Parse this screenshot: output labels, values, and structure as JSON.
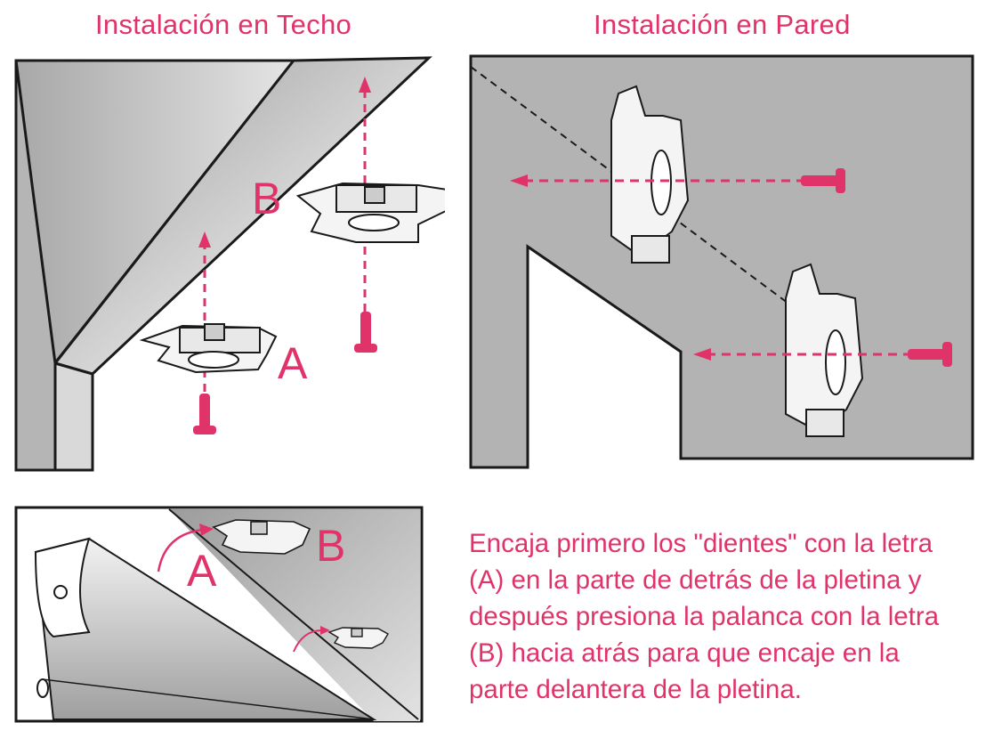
{
  "titles": {
    "ceiling": "Instalación en Techo",
    "wall": "Instalación en Pared"
  },
  "labels": {
    "a": "A",
    "b": "B"
  },
  "instructions": {
    "lines": [
      "Encaja primero los \"dientes\" con la letra",
      "(A) en la parte de detrás de la pletina y",
      "después presiona la palanca con la letra",
      "(B) hacia atrás para que encaje en la",
      "parte delantera de la pletina."
    ]
  },
  "colors": {
    "accent": "#e0336a",
    "surface": "#b3b3b3",
    "outline": "#1a1a1a"
  }
}
